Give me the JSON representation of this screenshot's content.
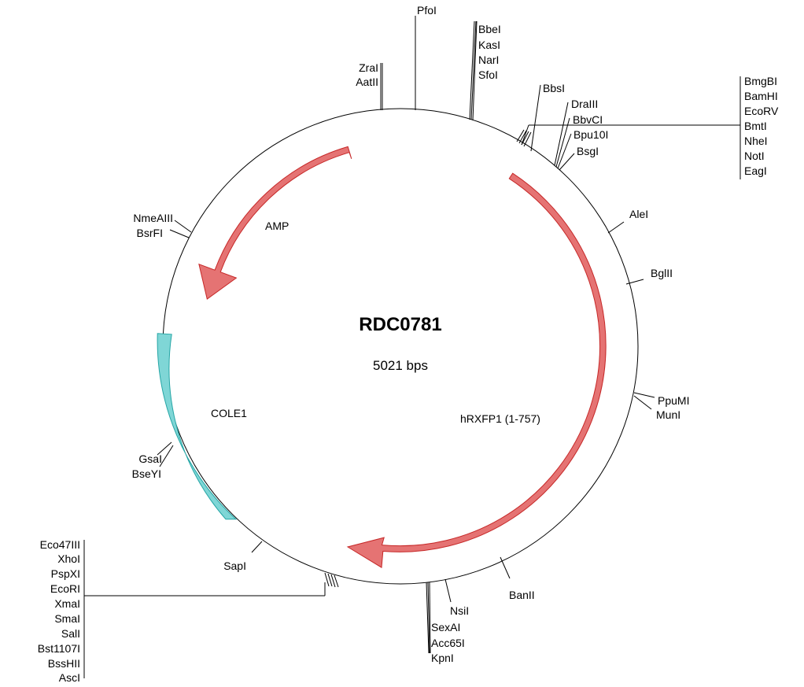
{
  "plasmid": {
    "name": "RDC0781",
    "size_label": "5021 bps"
  },
  "features": [
    {
      "name": "AMP",
      "type": "arrow",
      "color": "#e57373",
      "stroke": "#c62828"
    },
    {
      "name": "hRXFP1 (1-757)",
      "type": "arrow",
      "color": "#e57373",
      "stroke": "#c62828"
    },
    {
      "name": "COLE1",
      "type": "box",
      "color": "#7fd6d6",
      "stroke": "#26a6a6"
    }
  ],
  "site_groups": [
    {
      "sites": [
        "PfoI"
      ]
    },
    {
      "sites": [
        "BbeI",
        "KasI",
        "NarI",
        "SfoI"
      ]
    },
    {
      "sites": [
        "ZraI",
        "AatII"
      ]
    },
    {
      "sites": [
        "BbsI"
      ]
    },
    {
      "sites": [
        "BmgBI",
        "BamHI",
        "EcoRV",
        "BmtI",
        "NheI",
        "NotI",
        "EagI"
      ]
    },
    {
      "sites": [
        "DraIII"
      ]
    },
    {
      "sites": [
        "BbvCI"
      ]
    },
    {
      "sites": [
        "Bpu10I"
      ]
    },
    {
      "sites": [
        "BsgI"
      ]
    },
    {
      "sites": [
        "AleI"
      ]
    },
    {
      "sites": [
        "BglII"
      ]
    },
    {
      "sites": [
        "PpuMI"
      ]
    },
    {
      "sites": [
        "MunI"
      ]
    },
    {
      "sites": [
        "BanII"
      ]
    },
    {
      "sites": [
        "NsiI"
      ]
    },
    {
      "sites": [
        "SexAI",
        "Acc65I",
        "KpnI"
      ]
    },
    {
      "sites": [
        "SapI"
      ]
    },
    {
      "sites": [
        "Eco47III",
        "XhoI",
        "PspXI",
        "EcoRI",
        "XmaI",
        "SmaI",
        "SalI",
        "Bst1107I",
        "BssHII",
        "AscI"
      ]
    },
    {
      "sites": [
        "GsaI",
        "BseYI"
      ]
    },
    {
      "sites": [
        "NmeAIII",
        "BsrFI"
      ]
    }
  ]
}
